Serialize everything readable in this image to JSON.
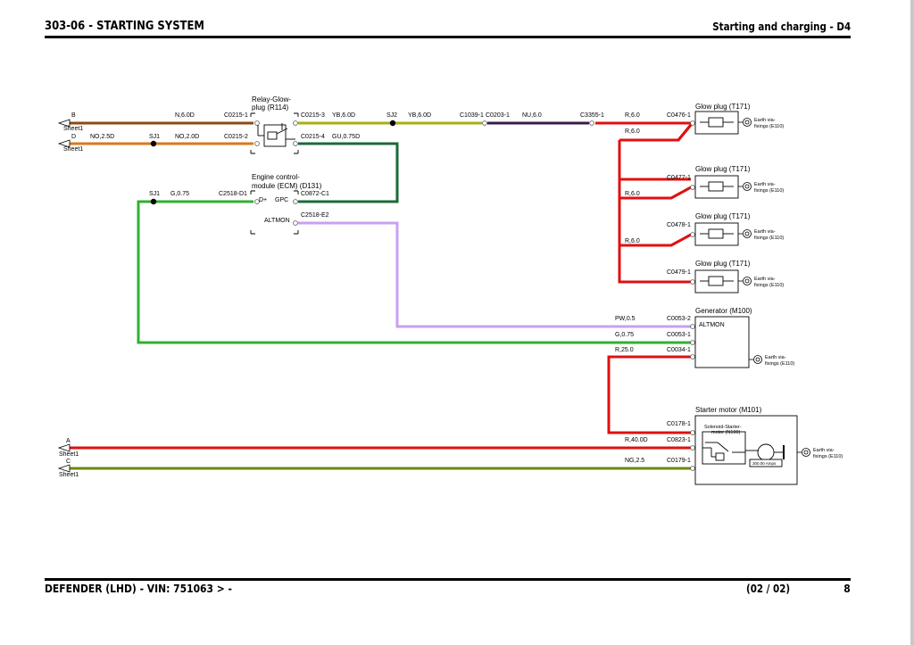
{
  "header": {
    "title": "303-06 - STARTING SYSTEM",
    "section": "Starting and charging - D4"
  },
  "footer": {
    "vehicle": "DEFENDER  (LHD) - VIN: 751063 > -",
    "sheet_of": "(02 / 02)",
    "page_number": "8"
  },
  "colors": {
    "brown": "#8b4a12",
    "orange": "#d9781e",
    "yellow_black": "#a8b010",
    "green_dark": "#1a6a3a",
    "purple": "#3a1a4a",
    "red": "#e01010",
    "green": "#30b030",
    "violet": "#c8a0f0",
    "olive": "#6a8a10"
  },
  "components": {
    "relay": {
      "name_line1": "Relay-Glow-",
      "name_line2": "plug (R114)"
    },
    "ecm": {
      "name_line1": "Engine control-",
      "name_line2": "module (ECM) (D131)",
      "pin_dplus": "D+",
      "pin_gpc": "GPC",
      "pin_altmon": "ALTMON"
    },
    "glow_plug_name": "Glow plug (T171)",
    "earth_line1": "Earth via-",
    "earth_line2": "fixings (E110)",
    "generator": {
      "name": "Generator (M100)",
      "pin": "ALTMON"
    },
    "starter": {
      "name": "Starter motor (M101)",
      "solenoid_line1": "Solenoid-Starter-",
      "solenoid_line2": "motor (N100)",
      "current": "300.00 Amps"
    }
  },
  "offsheet": [
    {
      "letter": "B",
      "sheet": "Sheet1"
    },
    {
      "letter": "D",
      "sheet": "Sheet1"
    },
    {
      "letter": "A",
      "sheet": "Sheet1"
    },
    {
      "letter": "C",
      "sheet": "Sheet1"
    }
  ],
  "wires": {
    "b_wire": "N,6.0D",
    "d_wire1": "NO,2.5D",
    "d_wire2": "NO,2.0D",
    "yb1": "YB,6.0D",
    "yb2": "YB,6.0D",
    "nu": "NU,6.0",
    "r6_1": "R,6.0",
    "r6_2": "R,6.0",
    "r6_3": "R,6.0",
    "r6_4": "R,6.0",
    "gu": "GU,0.75D",
    "g075_1": "G,0.75",
    "pw": "PW,0.5",
    "g075_2": "G,0.75",
    "r25": "R,25.0",
    "r40": "R,40.0D",
    "ng": "NG,2.5"
  },
  "connectors": {
    "c0215_1": "C0215-1",
    "c0215_2": "C0215-2",
    "c0215_3": "C0215-3",
    "c0215_4": "C0215-4",
    "c1039_1": "C1039-1",
    "c0203_1": "C0203-1",
    "c3355_1": "C3355-1",
    "c0476_1": "C0476-1",
    "c0477_1": "C0477-1",
    "c0478_1": "C0478-1",
    "c0479_1": "C0479-1",
    "c2518_d1": "C2518-D1",
    "c0872_c1": "C0872-C1",
    "c2518_e2": "C2518-E2",
    "c0053_2": "C0053-2",
    "c0053_1": "C0053-1",
    "c0034_1": "C0034-1",
    "c0178_1": "C0178-1",
    "c0823_1": "C0823-1",
    "c0179_1": "C0179-1"
  },
  "splices": {
    "sj1_a": "SJ1",
    "sj1_b": "SJ1",
    "sj2": "SJ2"
  }
}
